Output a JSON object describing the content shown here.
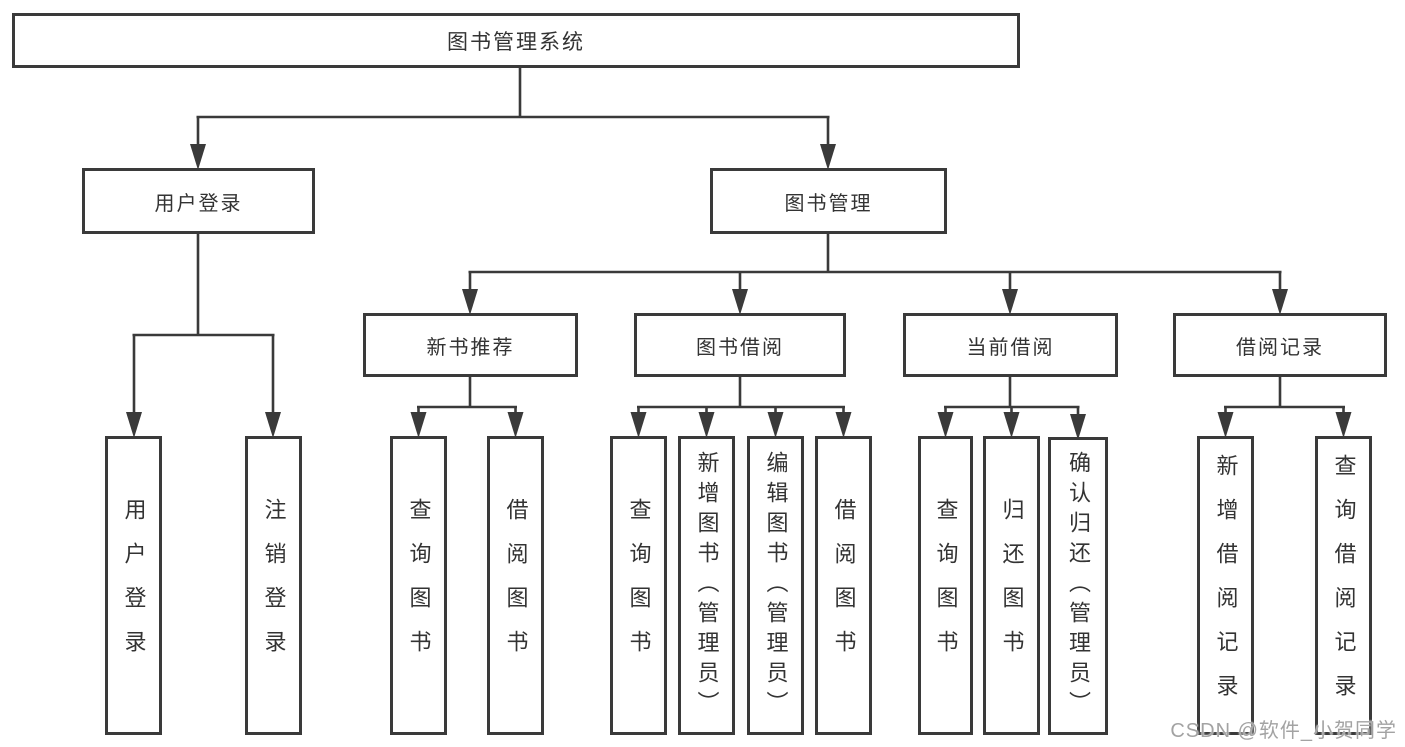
{
  "tree": {
    "root": "图书管理系统",
    "children": [
      {
        "label": "用户登录",
        "children": [
          "用户登录",
          "注销登录"
        ]
      },
      {
        "label": "图书管理",
        "children": [
          {
            "label": "新书推荐",
            "children": [
              "查询图书",
              "借阅图书"
            ]
          },
          {
            "label": "图书借阅",
            "children": [
              "查询图书",
              "新增图书（管理员）",
              "编辑图书（管理员）",
              "借阅图书"
            ]
          },
          {
            "label": "当前借阅",
            "children": [
              "查询图书",
              "归还图书",
              "确认归还（管理员）"
            ]
          },
          {
            "label": "借阅记录",
            "children": [
              "新增借阅记录",
              "查询借阅记录"
            ]
          }
        ]
      }
    ]
  },
  "watermark": "CSDN @软件_小贺同学",
  "colors": {
    "line": "#3a3a3a",
    "text": "#333333",
    "background": "#ffffff",
    "watermark": "#a3a3a3"
  }
}
